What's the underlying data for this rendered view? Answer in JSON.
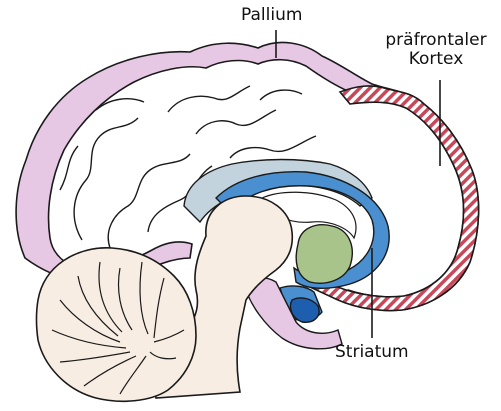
{
  "labels": {
    "pallium": "Pallium",
    "prefrontal_line1": "präfrontaler",
    "prefrontal_line2": "Kortex",
    "striatum": "Striatum"
  },
  "colors": {
    "pallium_fill": "#e6c7e4",
    "prefrontal_stripe": "#c8485a",
    "striatum_blue": "#4a8fd0",
    "striatum_dark": "#1d5fae",
    "thalamus_green": "#a9c48a",
    "grey_blue": "#c2d3de",
    "brainstem_fill": "#f7ede3",
    "outline": "#1a1a1a"
  }
}
